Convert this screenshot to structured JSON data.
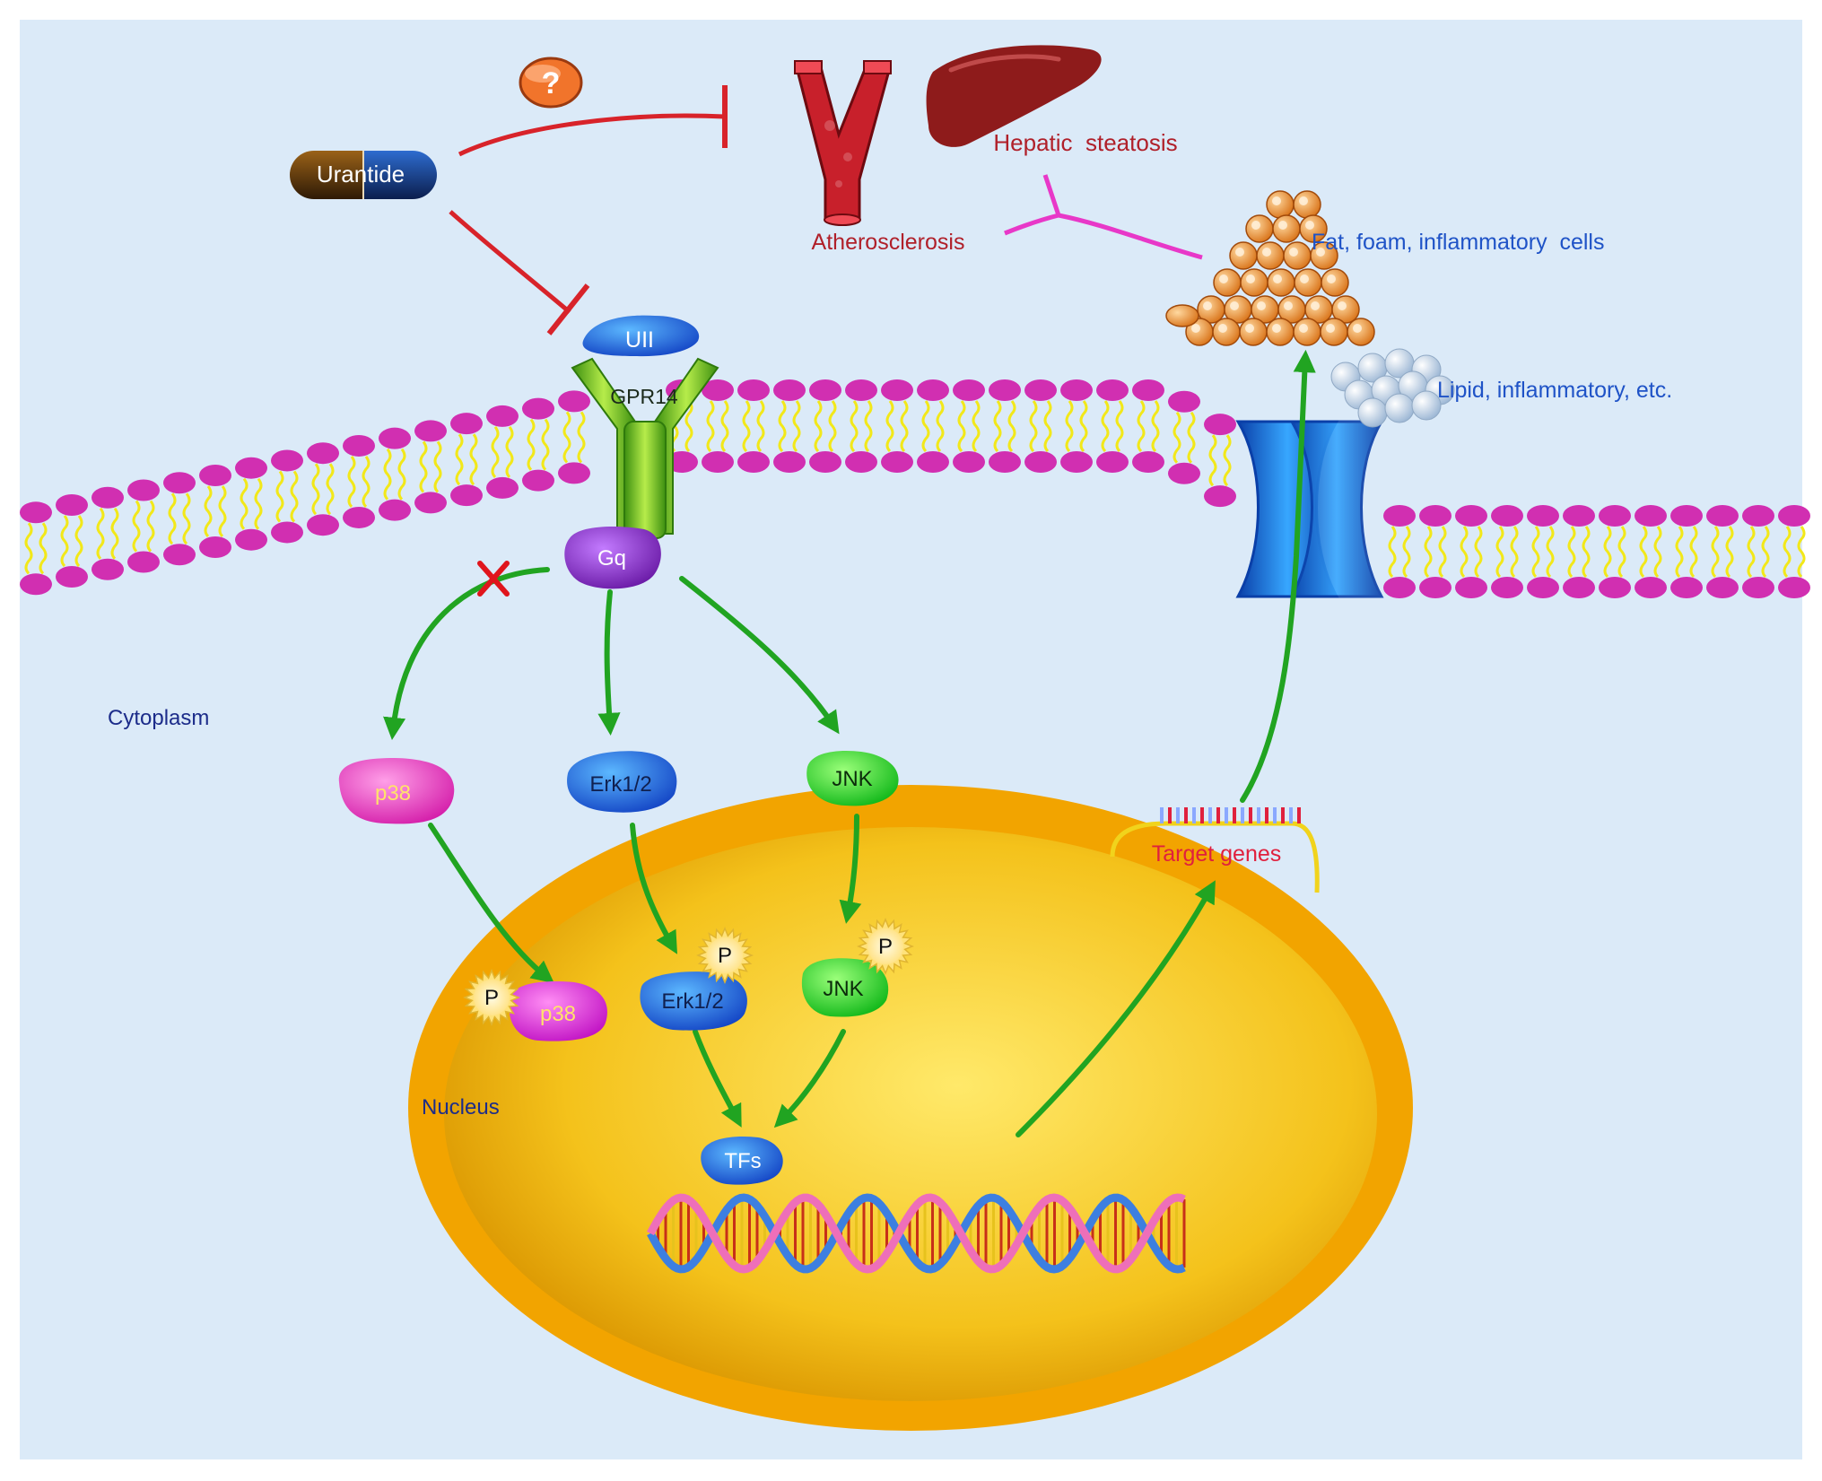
{
  "drug": {
    "label": "Urantide"
  },
  "question_mark": "?",
  "outcomes": {
    "atherosclerosis": "Atherosclerosis",
    "hepatic": "Hepatic  steatosis",
    "cells": "Fat, foam, inflammatory  cells",
    "lipid": "Lipid, inflammatory, etc."
  },
  "receptor": {
    "ligand": "UII",
    "receptor": "GPR14",
    "gprotein": "Gq"
  },
  "compartments": {
    "cytoplasm": "Cytoplasm",
    "nucleus": "Nucleus"
  },
  "kinases": {
    "p38": "p38",
    "erk": "Erk1/2",
    "jnk": "JNK"
  },
  "phospho": {
    "p38": "p38",
    "erk": "Erk1/2",
    "jnk": "JNK",
    "p": "P"
  },
  "tfs": "TFs",
  "target_genes": "Target genes",
  "colors": {
    "background": "#dbeaf8",
    "membrane_head": "#d12fb1",
    "membrane_tail": "#f2e81a",
    "activation": "#21a421",
    "inhibition": "#d8232a",
    "cell_inhibition": "#e838c8",
    "nucleus": "#f2a400"
  }
}
